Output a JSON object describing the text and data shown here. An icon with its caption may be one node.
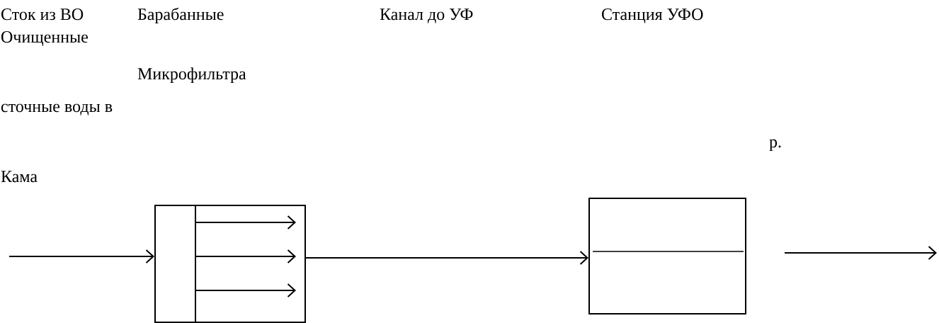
{
  "diagram": {
    "nodes": [
      {
        "text": [],
        "shape": "box"
      },
      {
        "text": [],
        "shape": "box"
      }
    ],
    "edges": [
      {
        "from": null,
        "to": 0,
        "arrow": "to"
      },
      {
        "from": 0,
        "to": 1,
        "arrow": "to"
      },
      {
        "from": 1,
        "to": null,
        "arrow": "to"
      }
    ],
    "labels": [
      "Сток из ВО",
      "Барабанные",
      "Канал до УФ",
      "Станция УФО",
      "Очищенные",
      "Микрофильтра",
      "сточные воды в",
      "р.",
      "Кама"
    ]
  }
}
